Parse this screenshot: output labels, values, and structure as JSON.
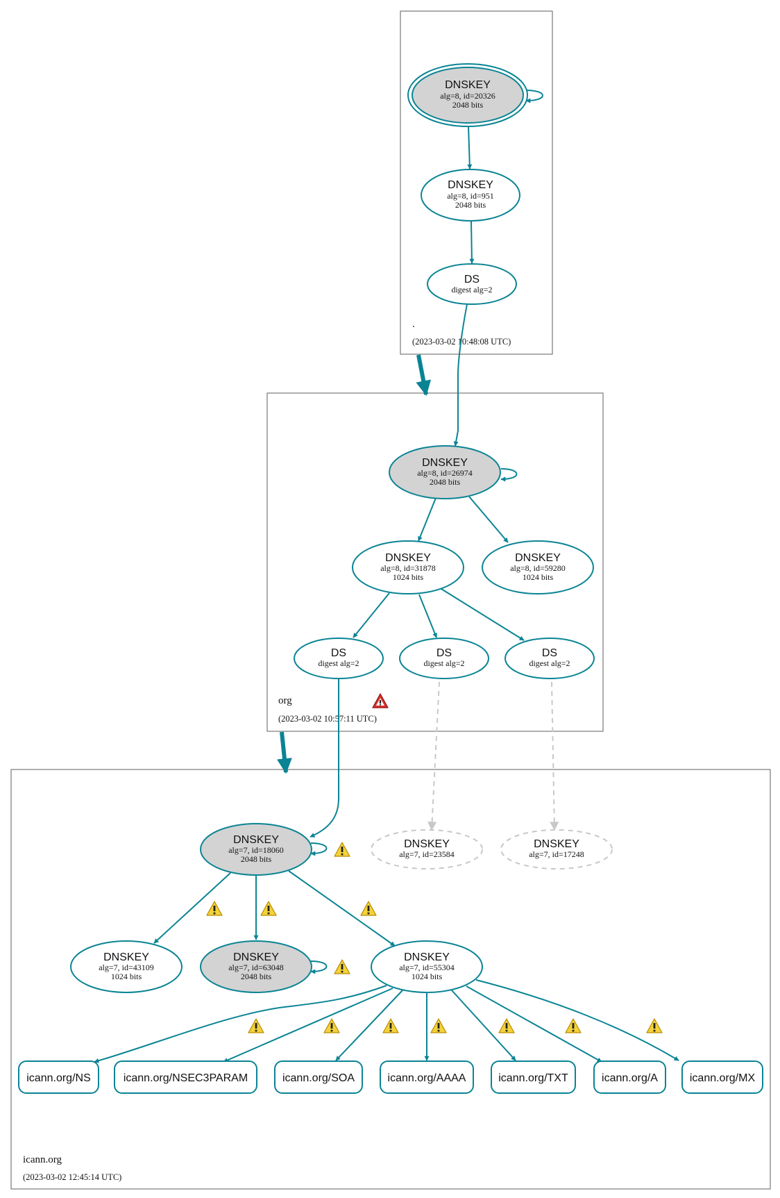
{
  "colors": {
    "edge": "#0a8494",
    "ghost": "#c8c8c8",
    "sep_fill": "#d3d3d3",
    "warn_fill": "#f3d23a",
    "error_fill": "#d9302c"
  },
  "zones": {
    "root": {
      "name": ".",
      "time": "(2023-03-02 10:48:08 UTC)"
    },
    "org": {
      "name": "org",
      "time": "(2023-03-02 10:57:11 UTC)",
      "status_icon": "error-icon"
    },
    "icann": {
      "name": "icann.org",
      "time": "(2023-03-02 12:45:14 UTC)"
    }
  },
  "nodes": {
    "root_ksk": {
      "title": "DNSKEY",
      "line1": "alg=8, id=20326",
      "line2": "2048 bits"
    },
    "root_zsk": {
      "title": "DNSKEY",
      "line1": "alg=8, id=951",
      "line2": "2048 bits"
    },
    "root_ds": {
      "title": "DS",
      "line1": "digest alg=2"
    },
    "org_ksk": {
      "title": "DNSKEY",
      "line1": "alg=8, id=26974",
      "line2": "2048 bits"
    },
    "org_zsk1": {
      "title": "DNSKEY",
      "line1": "alg=8, id=31878",
      "line2": "1024 bits"
    },
    "org_zsk2": {
      "title": "DNSKEY",
      "line1": "alg=8, id=59280",
      "line2": "1024 bits"
    },
    "org_ds1": {
      "title": "DS",
      "line1": "digest alg=2"
    },
    "org_ds2": {
      "title": "DS",
      "line1": "digest alg=2"
    },
    "org_ds3": {
      "title": "DS",
      "line1": "digest alg=2"
    },
    "icann_ksk": {
      "title": "DNSKEY",
      "line1": "alg=7, id=18060",
      "line2": "2048 bits"
    },
    "icann_missing1": {
      "title": "DNSKEY",
      "line1": "alg=7, id=23584"
    },
    "icann_missing2": {
      "title": "DNSKEY",
      "line1": "alg=7, id=17248"
    },
    "icann_zsk1": {
      "title": "DNSKEY",
      "line1": "alg=7, id=43109",
      "line2": "1024 bits"
    },
    "icann_ksk2": {
      "title": "DNSKEY",
      "line1": "alg=7, id=63048",
      "line2": "2048 bits"
    },
    "icann_zsk2": {
      "title": "DNSKEY",
      "line1": "alg=7, id=55304",
      "line2": "1024 bits"
    }
  },
  "rrsets": [
    "icann.org/NS",
    "icann.org/NSEC3PARAM",
    "icann.org/SOA",
    "icann.org/AAAA",
    "icann.org/TXT",
    "icann.org/A",
    "icann.org/MX"
  ],
  "icons": {
    "warning": "warning-icon",
    "error": "error-icon"
  }
}
